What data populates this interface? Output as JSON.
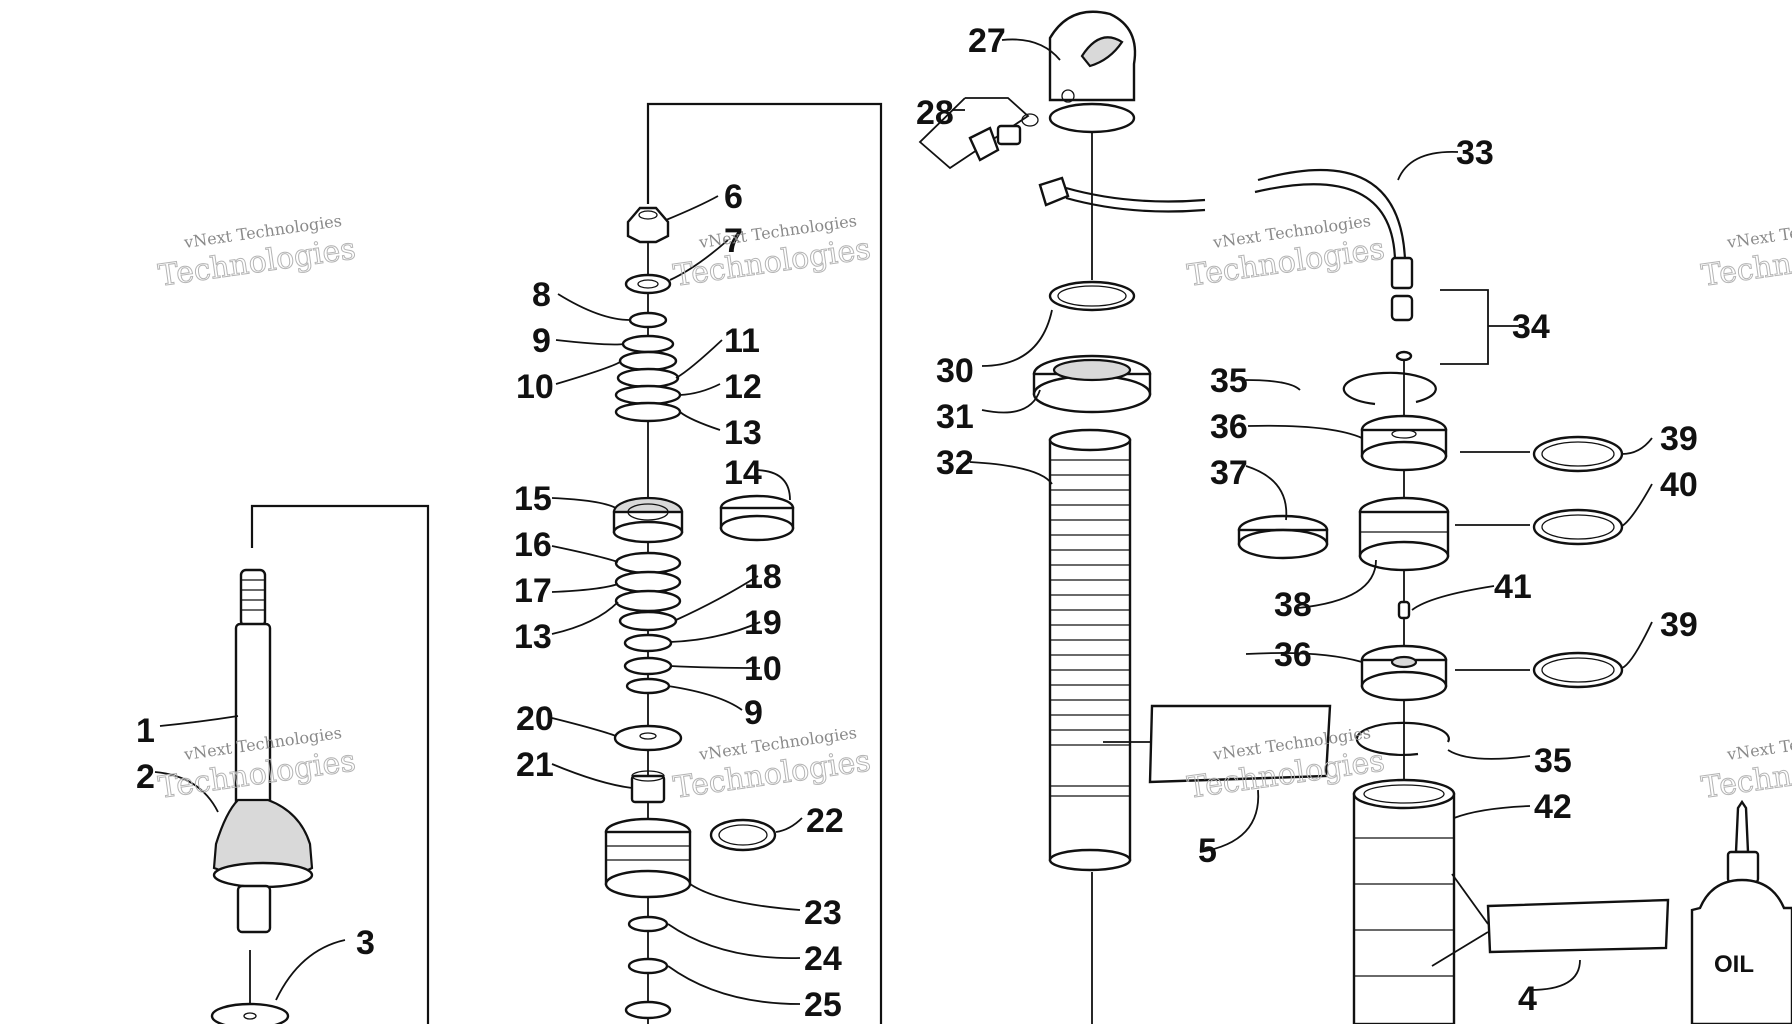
{
  "diagram": {
    "callouts": [
      "1",
      "2",
      "3",
      "4",
      "5",
      "6",
      "7",
      "8",
      "9",
      "10",
      "11",
      "12",
      "13",
      "14",
      "15",
      "16",
      "17",
      "13",
      "18",
      "19",
      "10",
      "9",
      "20",
      "21",
      "22",
      "23",
      "24",
      "25",
      "27",
      "28",
      "30",
      "31",
      "32",
      "33",
      "34",
      "35",
      "36",
      "37",
      "38",
      "39",
      "40",
      "41",
      "36",
      "39",
      "35",
      "42"
    ],
    "oil_label": "OIL",
    "watermark_line1": "vNext Technologies",
    "watermark_line2": "Technologies"
  }
}
